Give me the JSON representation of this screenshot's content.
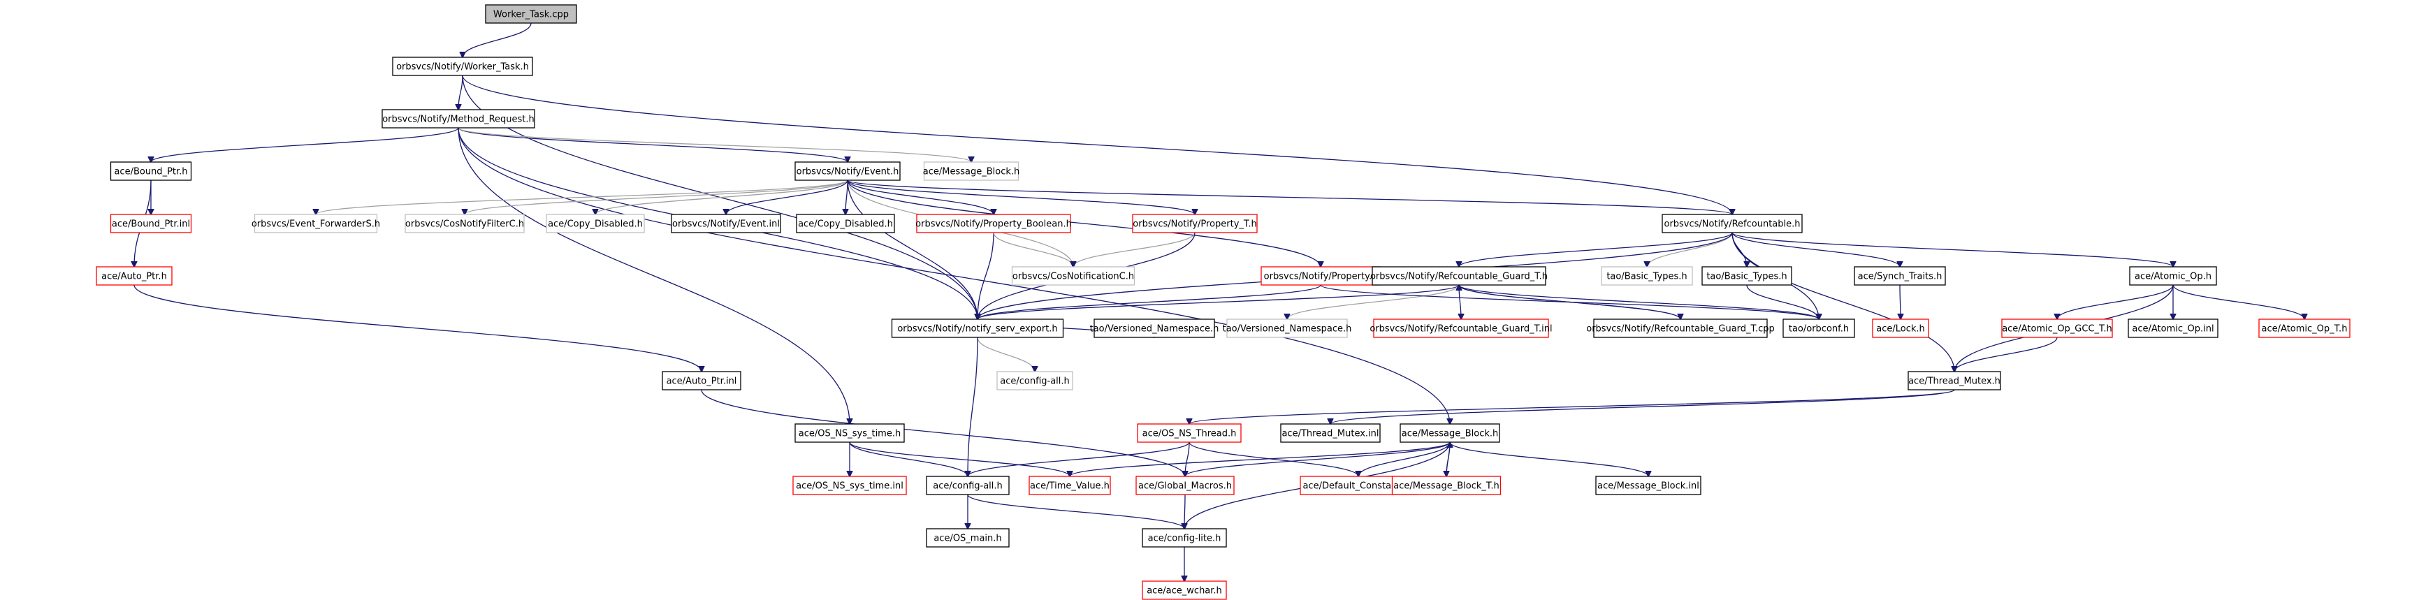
{
  "title": "Worker_Task.cpp",
  "colors": {
    "edge": "#191970",
    "red_border": "#ff0000",
    "gray_border": "#bfbfbf",
    "root_fill": "#bfbfbf"
  },
  "nodes": [
    {
      "id": "root",
      "label": "Worker_Task.cpp",
      "style": "root"
    },
    {
      "id": "worker_task_h",
      "label": "orbsvcs/Notify/Worker_Task.h",
      "style": "black"
    },
    {
      "id": "method_request_h",
      "label": "orbsvcs/Notify/Method_Request.h",
      "style": "black"
    },
    {
      "id": "bound_ptr_h",
      "label": "ace/Bound_Ptr.h",
      "style": "black"
    },
    {
      "id": "event_h",
      "label": "orbsvcs/Notify/Event.h",
      "style": "black"
    },
    {
      "id": "message_block_h_gray",
      "label": "ace/Message_Block.h",
      "style": "gray"
    },
    {
      "id": "bound_ptr_inl",
      "label": "ace/Bound_Ptr.inl",
      "style": "red"
    },
    {
      "id": "event_forwarders",
      "label": "orbsvcs/Event_ForwarderS.h",
      "style": "gray"
    },
    {
      "id": "cosnotifyfilterc",
      "label": "orbsvcs/CosNotifyFilterC.h",
      "style": "gray"
    },
    {
      "id": "copy_disabled_gray",
      "label": "ace/Copy_Disabled.h",
      "style": "gray"
    },
    {
      "id": "event_inl",
      "label": "orbsvcs/Notify/Event.inl",
      "style": "black"
    },
    {
      "id": "copy_disabled",
      "label": "ace/Copy_Disabled.h",
      "style": "black"
    },
    {
      "id": "property_boolean",
      "label": "orbsvcs/Notify/Property_Boolean.h",
      "style": "red"
    },
    {
      "id": "property_t",
      "label": "orbsvcs/Notify/Property_T.h",
      "style": "red"
    },
    {
      "id": "refcountable_h",
      "label": "orbsvcs/Notify/Refcountable.h",
      "style": "black"
    },
    {
      "id": "cosnotificationc",
      "label": "orbsvcs/CosNotificationC.h",
      "style": "gray"
    },
    {
      "id": "auto_ptr_h",
      "label": "ace/Auto_Ptr.h",
      "style": "red"
    },
    {
      "id": "property_h",
      "label": "orbsvcs/Notify/Property.h",
      "style": "red"
    },
    {
      "id": "refcountable_guard_t_h",
      "label": "orbsvcs/Notify/Refcountable_Guard_T.h",
      "style": "black"
    },
    {
      "id": "tao_basic_types_gray",
      "label": "tao/Basic_Types.h",
      "style": "gray"
    },
    {
      "id": "tao_basic_types",
      "label": "tao/Basic_Types.h",
      "style": "black"
    },
    {
      "id": "synch_traits",
      "label": "ace/Synch_Traits.h",
      "style": "black"
    },
    {
      "id": "atomic_op_h",
      "label": "ace/Atomic_Op.h",
      "style": "black"
    },
    {
      "id": "notify_serv_export",
      "label": "orbsvcs/Notify/notify_serv_export.h",
      "style": "black"
    },
    {
      "id": "tao_versioned_ns",
      "label": "tao/Versioned_Namespace.h",
      "style": "black"
    },
    {
      "id": "tao_versioned_ns_gray",
      "label": "tao/Versioned_Namespace.h",
      "style": "gray"
    },
    {
      "id": "refcountable_guard_t_inl",
      "label": "orbsvcs/Notify/Refcountable_Guard_T.inl",
      "style": "red"
    },
    {
      "id": "refcountable_guard_t_cpp",
      "label": "orbsvcs/Notify/Refcountable_Guard_T.cpp",
      "style": "black"
    },
    {
      "id": "orbconf",
      "label": "tao/orbconf.h",
      "style": "black"
    },
    {
      "id": "lock_h",
      "label": "ace/Lock.h",
      "style": "red"
    },
    {
      "id": "atomic_op_gcc_t",
      "label": "ace/Atomic_Op_GCC_T.h",
      "style": "red"
    },
    {
      "id": "atomic_op_inl",
      "label": "ace/Atomic_Op.inl",
      "style": "black"
    },
    {
      "id": "atomic_op_t",
      "label": "ace/Atomic_Op_T.h",
      "style": "red"
    },
    {
      "id": "auto_ptr_inl",
      "label": "ace/Auto_Ptr.inl",
      "style": "black"
    },
    {
      "id": "config_all_gray",
      "label": "ace/config-all.h",
      "style": "gray"
    },
    {
      "id": "thread_mutex_h",
      "label": "ace/Thread_Mutex.h",
      "style": "black"
    },
    {
      "id": "os_ns_thread",
      "label": "ace/OS_NS_Thread.h",
      "style": "red"
    },
    {
      "id": "thread_mutex_inl",
      "label": "ace/Thread_Mutex.inl",
      "style": "black"
    },
    {
      "id": "message_block_h",
      "label": "ace/Message_Block.h",
      "style": "black"
    },
    {
      "id": "os_ns_sys_time_h",
      "label": "ace/OS_NS_sys_time.h",
      "style": "black"
    },
    {
      "id": "os_ns_sys_time_inl",
      "label": "ace/OS_NS_sys_time.inl",
      "style": "red"
    },
    {
      "id": "config_all",
      "label": "ace/config-all.h",
      "style": "black"
    },
    {
      "id": "time_value",
      "label": "ace/Time_Value.h",
      "style": "red"
    },
    {
      "id": "global_macros",
      "label": "ace/Global_Macros.h",
      "style": "red"
    },
    {
      "id": "default_constants",
      "label": "ace/Default_Constants.h",
      "style": "red"
    },
    {
      "id": "message_block_t",
      "label": "ace/Message_Block_T.h",
      "style": "red"
    },
    {
      "id": "message_block_inl",
      "label": "ace/Message_Block.inl",
      "style": "black"
    },
    {
      "id": "os_main",
      "label": "ace/OS_main.h",
      "style": "black"
    },
    {
      "id": "config_lite",
      "label": "ace/config-lite.h",
      "style": "black"
    },
    {
      "id": "ace_wchar",
      "label": "ace/ace_wchar.h",
      "style": "red"
    }
  ],
  "edges": [
    [
      "root",
      "worker_task_h"
    ],
    [
      "worker_task_h",
      "method_request_h"
    ],
    [
      "worker_task_h",
      "refcountable_h"
    ],
    [
      "worker_task_h",
      "notify_serv_export"
    ],
    [
      "method_request_h",
      "bound_ptr_h"
    ],
    [
      "method_request_h",
      "event_h"
    ],
    [
      "method_request_h",
      "message_block_h_gray"
    ],
    [
      "method_request_h",
      "notify_serv_export"
    ],
    [
      "method_request_h",
      "message_block_h"
    ],
    [
      "method_request_h",
      "os_ns_sys_time_h"
    ],
    [
      "bound_ptr_h",
      "bound_ptr_inl"
    ],
    [
      "bound_ptr_h",
      "auto_ptr_h"
    ],
    [
      "auto_ptr_h",
      "auto_ptr_inl"
    ],
    [
      "event_h",
      "event_forwarders"
    ],
    [
      "event_h",
      "cosnotifyfilterc"
    ],
    [
      "event_h",
      "copy_disabled_gray"
    ],
    [
      "event_h",
      "event_inl"
    ],
    [
      "event_h",
      "copy_disabled"
    ],
    [
      "event_h",
      "property_boolean"
    ],
    [
      "event_h",
      "property_t"
    ],
    [
      "event_h",
      "refcountable_h"
    ],
    [
      "event_h",
      "cosnotificationc"
    ],
    [
      "event_h",
      "property_h"
    ],
    [
      "event_h",
      "notify_serv_export"
    ],
    [
      "property_boolean",
      "notify_serv_export"
    ],
    [
      "property_boolean",
      "cosnotificationc"
    ],
    [
      "property_t",
      "cosnotificationc"
    ],
    [
      "property_t",
      "notify_serv_export"
    ],
    [
      "refcountable_h",
      "refcountable_guard_t_h"
    ],
    [
      "refcountable_h",
      "tao_basic_types_gray"
    ],
    [
      "refcountable_h",
      "tao_basic_types"
    ],
    [
      "refcountable_h",
      "synch_traits"
    ],
    [
      "refcountable_h",
      "atomic_op_h"
    ],
    [
      "refcountable_h",
      "orbconf"
    ],
    [
      "refcountable_h",
      "thread_mutex_h"
    ],
    [
      "refcountable_h",
      "notify_serv_export"
    ],
    [
      "refcountable_guard_t_h",
      "notify_serv_export"
    ],
    [
      "refcountable_guard_t_h",
      "tao_versioned_ns_gray"
    ],
    [
      "refcountable_guard_t_h",
      "refcountable_guard_t_inl"
    ],
    [
      "refcountable_guard_t_h",
      "refcountable_guard_t_cpp"
    ],
    [
      "refcountable_guard_t_h",
      "orbconf"
    ],
    [
      "refcountable_guard_t_cpp",
      "refcountable_guard_t_h"
    ],
    [
      "tao_basic_types",
      "orbconf"
    ],
    [
      "synch_traits",
      "lock_h"
    ],
    [
      "atomic_op_h",
      "atomic_op_gcc_t"
    ],
    [
      "atomic_op_h",
      "atomic_op_inl"
    ],
    [
      "atomic_op_h",
      "atomic_op_t"
    ],
    [
      "atomic_op_h",
      "thread_mutex_h"
    ],
    [
      "atomic_op_gcc_t",
      "thread_mutex_h"
    ],
    [
      "property_h",
      "notify_serv_export"
    ],
    [
      "property_h",
      "orbconf"
    ],
    [
      "notify_serv_export",
      "tao_versioned_ns"
    ],
    [
      "notify_serv_export",
      "config_all_gray"
    ],
    [
      "notify_serv_export",
      "config_all"
    ],
    [
      "auto_ptr_inl",
      "global_macros"
    ],
    [
      "thread_mutex_h",
      "os_ns_thread"
    ],
    [
      "thread_mutex_h",
      "thread_mutex_inl"
    ],
    [
      "os_ns_thread",
      "config_all"
    ],
    [
      "os_ns_thread",
      "global_macros"
    ],
    [
      "os_ns_thread",
      "default_constants"
    ],
    [
      "message_block_h",
      "time_value"
    ],
    [
      "message_block_h",
      "global_macros"
    ],
    [
      "message_block_h",
      "default_constants"
    ],
    [
      "message_block_h",
      "message_block_t"
    ],
    [
      "message_block_h",
      "message_block_inl"
    ],
    [
      "message_block_h",
      "config_lite"
    ],
    [
      "message_block_t",
      "message_block_h"
    ],
    [
      "os_ns_sys_time_h",
      "os_ns_sys_time_inl"
    ],
    [
      "os_ns_sys_time_h",
      "config_all"
    ],
    [
      "os_ns_sys_time_h",
      "time_value"
    ],
    [
      "config_all",
      "os_main"
    ],
    [
      "config_all",
      "config_lite"
    ],
    [
      "global_macros",
      "config_lite"
    ],
    [
      "config_lite",
      "ace_wchar"
    ]
  ]
}
